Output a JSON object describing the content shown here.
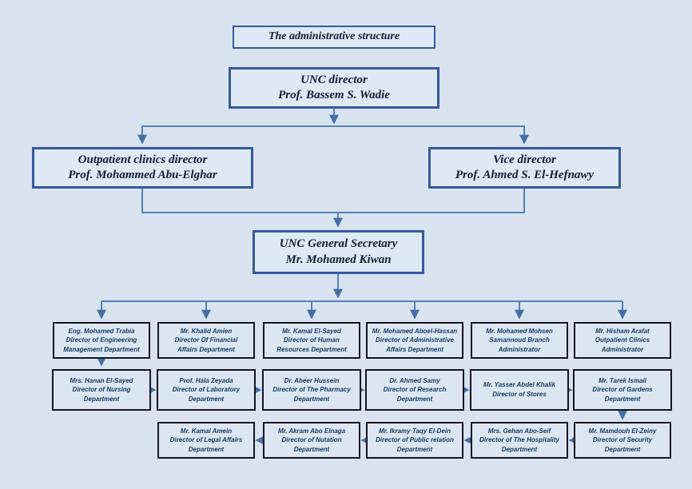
{
  "colors": {
    "background": "#d9e3f0",
    "big_box_fill": "#dfe9f5",
    "big_box_border": "#36599c",
    "small_box_fill": "#dce6f2",
    "small_box_border": "#15151f",
    "connector_line": "#5580b4",
    "small_text": "#17365d",
    "big_text": "#131b33"
  },
  "title": "The administrative structure",
  "org": {
    "director": [
      "UNC director",
      "Prof. Bassem S. Wadie"
    ],
    "outpatient": [
      "Outpatient clinics director",
      "Prof. Mohammed Abu-Elghar"
    ],
    "vice": [
      "Vice director",
      "Prof. Ahmed S. El-Hefnawy"
    ],
    "secretary": [
      "UNC General Secretary",
      "Mr. Mohamed Kiwan"
    ],
    "row1": [
      [
        "Eng. Mohamed Trabia",
        "Director of Engineering",
        "Management Department"
      ],
      [
        "Mr. Khalid Amien",
        "Director Of Financial",
        "Affairs Department"
      ],
      [
        "Mr. Kamal El-Sayed",
        "Director of Human",
        "Resources Department"
      ],
      [
        "Mr. Mohamed Aboel-Hassan",
        "Director of Administrative",
        "Affairs Department"
      ],
      [
        "Mr. Mohamed Mohsen",
        "Samannoud Branch",
        "Administrator"
      ],
      [
        "Mr. Hisham Arafat",
        "Outpatient Clinics",
        "Administrator"
      ]
    ],
    "row2": [
      [
        "Mrs. Hanan El-Sayed",
        "Director of Nursing",
        "Department"
      ],
      [
        "Prof. Hala Zeyada",
        "Director of Laboratory",
        "Department"
      ],
      [
        "Dr. Abeer Hussein",
        "Director of The Pharmacy",
        "Department"
      ],
      [
        "Dr. Ahmed Samy",
        "Director of Research",
        "Department"
      ],
      [
        "Mr. Yasser Abdel Khalik",
        "Director of Stores"
      ],
      [
        "Mr. Tarek Ismail",
        "Director of Gardens",
        "Department"
      ]
    ],
    "row3": [
      [
        "Mr. Kamal Amein",
        "Director of Legal Affairs",
        "Department"
      ],
      [
        "Mr. Akram Abo Elnaga",
        "Director of Nutation",
        "Department"
      ],
      [
        "Mr. Ikramy Taqy El-Dein",
        "Director of Public relation",
        "Department"
      ],
      [
        "Mrs. Gehan Abo-Seif",
        "Director of The Hospitality",
        "Department"
      ],
      [
        "Mr. Mamdouh El-Zeiny",
        "Director of Security",
        "Department"
      ]
    ]
  }
}
